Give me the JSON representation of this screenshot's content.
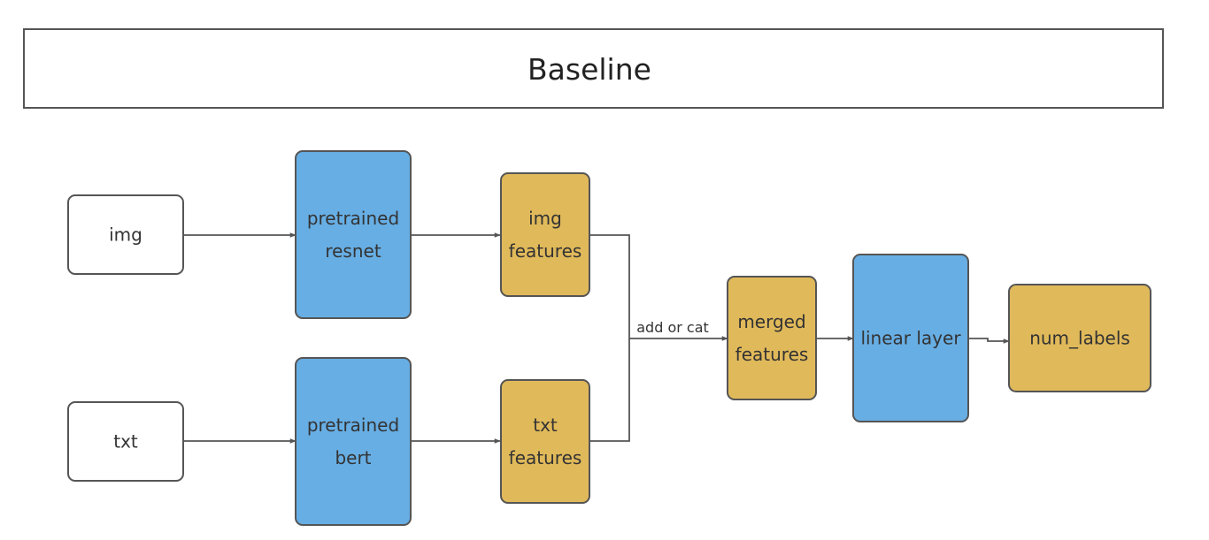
{
  "diagram": {
    "title": "Baseline",
    "colors": {
      "input_fill": "#ffffff",
      "model_fill": "#67aee4",
      "feature_fill": "#e0b95a",
      "stroke": "#555555",
      "arrow": "#555555"
    },
    "nodes": {
      "img": {
        "lines": [
          "img"
        ],
        "kind": "input"
      },
      "txt": {
        "lines": [
          "txt"
        ],
        "kind": "input"
      },
      "resnet": {
        "lines": [
          "pretrained",
          "resnet"
        ],
        "kind": "model"
      },
      "bert": {
        "lines": [
          "pretrained",
          "bert"
        ],
        "kind": "model"
      },
      "img_features": {
        "lines": [
          "img",
          "features"
        ],
        "kind": "feature"
      },
      "txt_features": {
        "lines": [
          "txt",
          "features"
        ],
        "kind": "feature"
      },
      "merged_features": {
        "lines": [
          "merged",
          "features"
        ],
        "kind": "feature"
      },
      "linear_layer": {
        "lines": [
          "linear layer"
        ],
        "kind": "model"
      },
      "num_labels": {
        "lines": [
          "num_labels"
        ],
        "kind": "feature"
      }
    },
    "edges": [
      {
        "from": "img",
        "to": "resnet",
        "label": ""
      },
      {
        "from": "txt",
        "to": "bert",
        "label": ""
      },
      {
        "from": "resnet",
        "to": "img_features",
        "label": ""
      },
      {
        "from": "bert",
        "to": "txt_features",
        "label": ""
      },
      {
        "from": "img_features",
        "to": "merged_features",
        "label": "add or cat"
      },
      {
        "from": "txt_features",
        "to": "merged_features",
        "label": "add or cat"
      },
      {
        "from": "merged_features",
        "to": "linear_layer",
        "label": ""
      },
      {
        "from": "linear_layer",
        "to": "num_labels",
        "label": ""
      }
    ]
  }
}
